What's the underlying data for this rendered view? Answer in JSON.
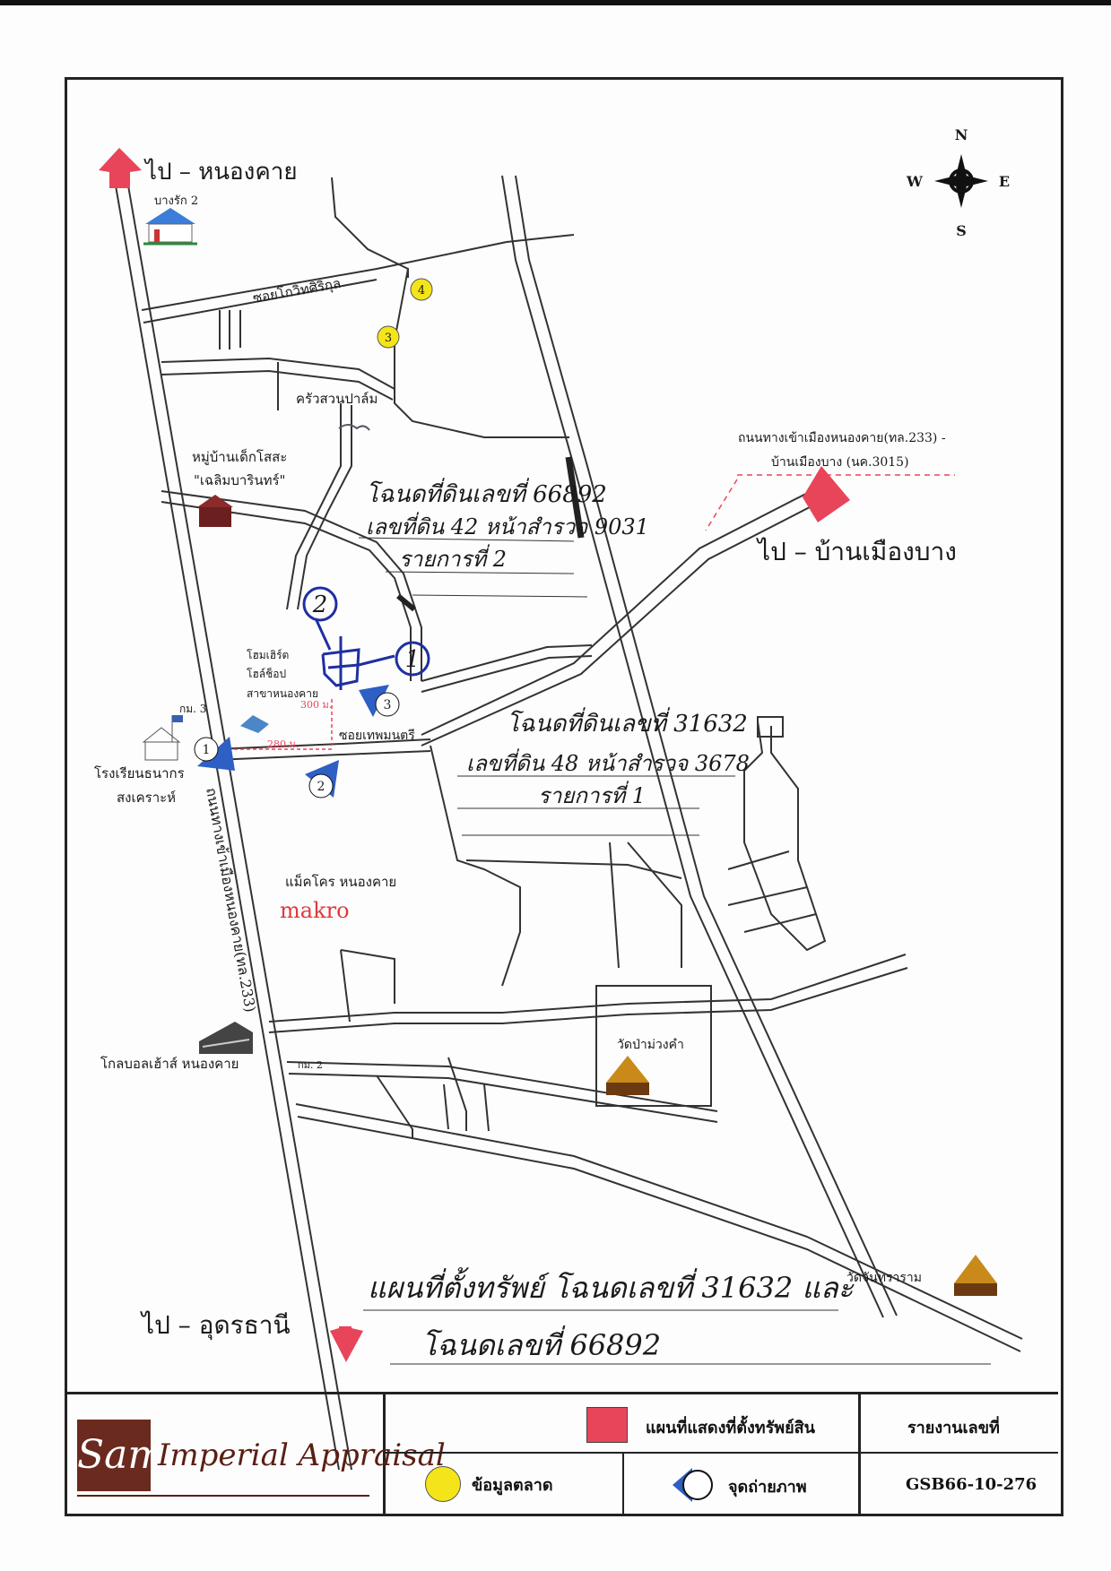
{
  "map": {
    "compass": {
      "n": "N",
      "s": "S",
      "e": "E",
      "w": "W"
    },
    "direction_labels": {
      "to_nongkhai": "ไป – หนองคาย",
      "to_ban_muang_bang": "ไป – บ้านเมืองบาง",
      "to_udon": "ไป – อุดรธานี"
    },
    "place_labels": {
      "bangrak": "บางรัก 2",
      "soi": "ซอยโกวิทศิริกุล",
      "restaurant": "ครัวสวนปาล์ม",
      "village_1": "หมู่บ้านเด็กโสสะ",
      "village_2": "\"เฉลิมบารินทร์\"",
      "road_note_1": "ถนนทางเข้าเมืองหนองคาย(ทล.233) -",
      "road_note_2": "บ้านเมืองบาง (นค.3015)",
      "shop_1": "โฮมเฮิร์ต",
      "shop_2": "โฮล์ช็อป",
      "shop_3": "สาขาหนองคาย",
      "km3": "กม. 3",
      "km2": "กม. 2",
      "school_1": "โรงเรียนธนากร",
      "school_2": "สงเคราะห์",
      "soi_thep": "ซอยเทพมนตรี",
      "dist_300": "300 ม.",
      "dist_280": "280 ม.",
      "makro_th": "แม็คโคร หนองคาย",
      "makro": "makro",
      "main_road": "ถนนทางเข้าเมืองหนองคาย(ทล.233)",
      "global_house": "โกลบอลเฮ้าส์ หนองคาย",
      "temple_1": "วัดป่าม่วงคำ",
      "temple_2": "วัดจันทราราม"
    },
    "market_points": [
      "3",
      "4"
    ],
    "photo_points": [
      "1",
      "2",
      "3"
    ],
    "handwritten": {
      "deed2_line1": "โฉนดที่ดินเลขที่ 66892",
      "deed2_line2": "เลขที่ดิน 42 หน้าสำรวจ 9031",
      "deed2_line3": "รายการที่ 2",
      "deed1_line1": "โฉนดที่ดินเลขที่ 31632",
      "deed1_line2": "เลขที่ดิน 48 หน้าสำรวจ 3678",
      "deed1_line3": "รายการที่ 1",
      "plot_1": "1",
      "plot_2": "2",
      "caption_1": "แผนที่ตั้งทรัพย์ โฉนดเลขที่ 31632 และ",
      "caption_2": "โฉนดเลขที่ 66892"
    }
  },
  "legend": {
    "brand_mark": "Sam",
    "brand_name": "Imperial Appraisal",
    "property_location": "แผนที่แสดงที่ตั้งทรัพย์สิน",
    "market_data": "ข้อมูลตลาด",
    "photo_point": "จุดถ่ายภาพ",
    "report_label": "รายงานเลขที่",
    "report_number": "GSB66-10-276"
  },
  "colors": {
    "arrow": "#e8455a",
    "market": "#f4e51a",
    "ink": "#1f2fa0",
    "photo": "#2d5fc4",
    "brand": "#6b2a1f"
  }
}
